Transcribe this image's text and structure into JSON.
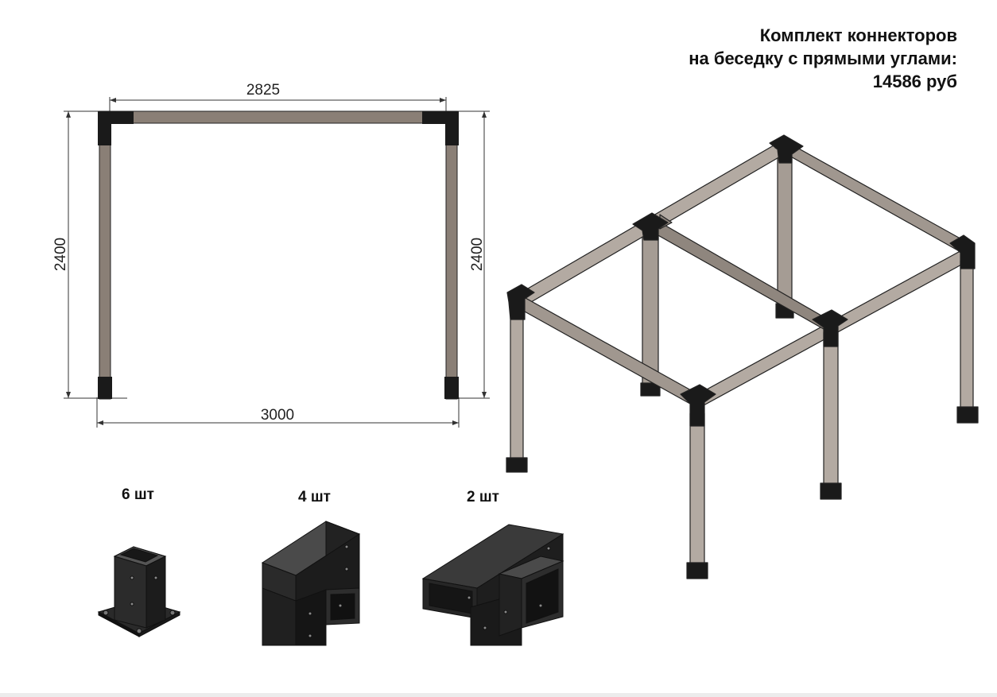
{
  "title": {
    "line1": "Комплект коннекторов",
    "line2": "на беседку с прямыми углами:",
    "line3": "14586 руб"
  },
  "dimensions": {
    "top_width": "2825",
    "bottom_width": "3000",
    "left_height": "2400",
    "right_height": "2400"
  },
  "connectors": [
    {
      "qty": "6 шт",
      "type": "post-base-icon"
    },
    {
      "qty": "4 шт",
      "type": "corner-connector-icon"
    },
    {
      "qty": "2 шт",
      "type": "t-connector-icon"
    }
  ],
  "colors": {
    "beam": "#8a7f76",
    "beam_light": "#b3aaa2",
    "connector": "#1a1a1a",
    "dimension_line": "#333333"
  }
}
